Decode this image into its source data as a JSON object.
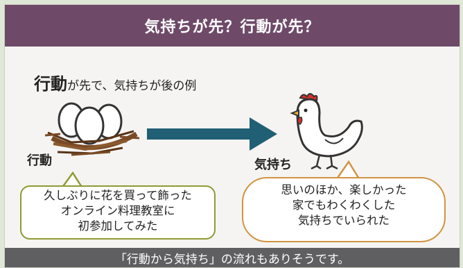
{
  "header": {
    "title": "気持ちが先？行動が先？"
  },
  "subtitle": {
    "lead": "行動",
    "rest": "が先で、気持ちが後の例"
  },
  "left": {
    "label": "行動",
    "bubble_lines": [
      "久しぶりに花を買って飾った",
      "オンライン料理教室に",
      "初参加してみた"
    ]
  },
  "right": {
    "label": "気持ち",
    "bubble_lines": [
      "思いのほか、楽しかった",
      "家でもわくわくした",
      "気持ちでいられた"
    ]
  },
  "footer": {
    "text": "「行動から気持ち」の流れもありそうです。"
  },
  "colors": {
    "header_bg": "#6e4a68",
    "arrow": "#215f74",
    "left_border": "#909a32",
    "right_border": "#d19442",
    "footer_bg": "#5f5f62"
  }
}
